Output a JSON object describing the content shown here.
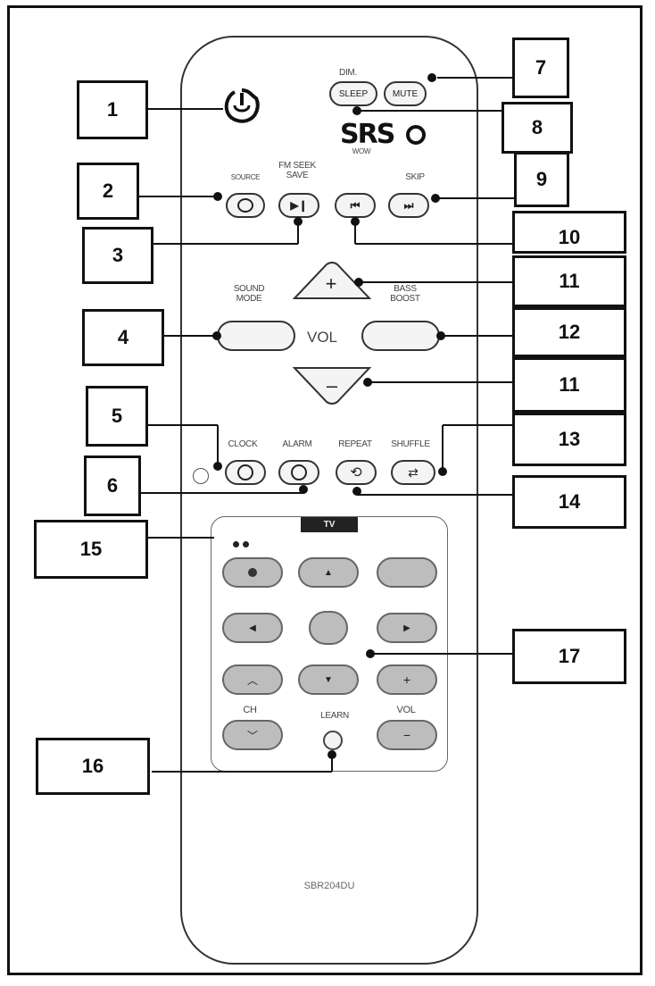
{
  "callouts": [
    "1",
    "2",
    "3",
    "4",
    "5",
    "6",
    "7",
    "8",
    "9",
    "10",
    "11",
    "12",
    "11",
    "13",
    "14",
    "15",
    "16",
    "17"
  ],
  "remote": {
    "dim": "DIM.",
    "sleep": "SLEEP",
    "mute": "MUTE",
    "srs_logo": "SRS",
    "srs_sub": "WOW",
    "source": "SOURCE",
    "fm_seek_save": "FM SEEK\nSAVE",
    "skip": "SKIP",
    "play_pause_glyph": "▶❙",
    "prev_glyph": "⏮",
    "next_glyph": "⏭",
    "vol_up": "+",
    "vol_down": "–",
    "vol": "VOL",
    "sound_mode": "SOUND\nMODE",
    "bass_boost": "BASS\nBOOST",
    "clock": "CLOCK",
    "alarm": "ALARM",
    "repeat": "REPEAT",
    "shuffle": "SHUFFLE",
    "tv_tab": "TV",
    "ch": "CH",
    "learn": "LEARN",
    "tv_vol": "VOL",
    "model": "SBR204DU"
  }
}
